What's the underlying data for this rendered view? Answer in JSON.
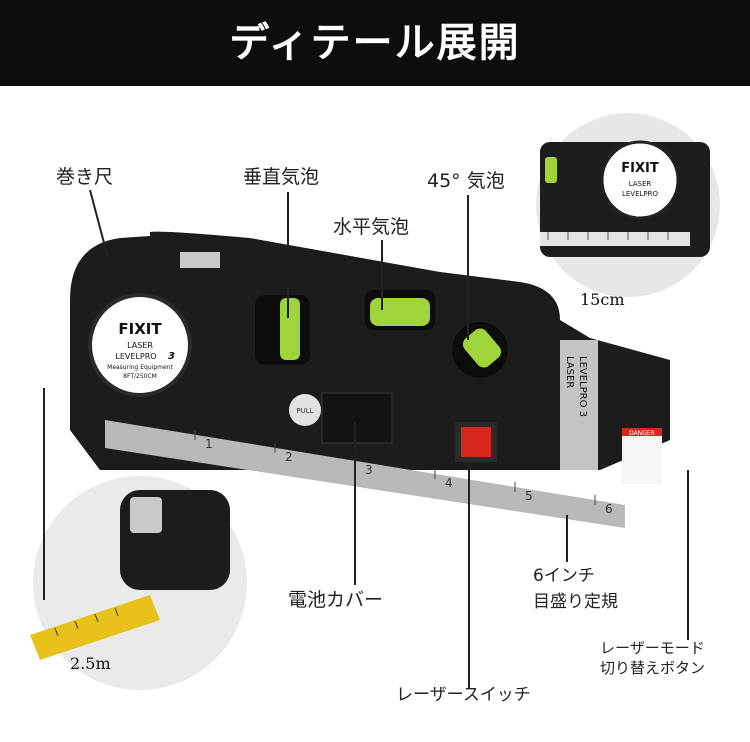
{
  "header": {
    "title": "ディテール展開"
  },
  "callouts": {
    "tape_measure": "巻き尺",
    "vertical_vial": "垂直気泡",
    "horizontal_vial": "水平気泡",
    "vial_45": "45° 気泡",
    "battery_cover": "電池カバー",
    "ruler": [
      "6インチ",
      "目盛り定規"
    ],
    "mode_button": [
      "レーザーモード",
      "切り替えボタン"
    ],
    "laser_switch": "レーザースイッチ"
  },
  "inset_labels": {
    "top_inset": "15cm",
    "bottom_inset": "2.5m"
  },
  "device_text": {
    "brand": "FIXIT",
    "line1": "LASER",
    "line2": "LEVELPRO",
    "model_num": "3",
    "line3": "Measuring Equipment",
    "line4": "8FT/250CM",
    "side_line1": "LASER",
    "side_line2": "LEVELPRO 3",
    "pull": "PULL",
    "danger": "DANGER",
    "ruler_ticks": [
      "1",
      "2",
      "3",
      "4",
      "5",
      "6"
    ]
  },
  "colors": {
    "banner": "#0d0d0d",
    "body": "#1c1c1c",
    "vial": "#9fd43a",
    "switch": "#d8261c",
    "tape": "#e8c21a"
  }
}
